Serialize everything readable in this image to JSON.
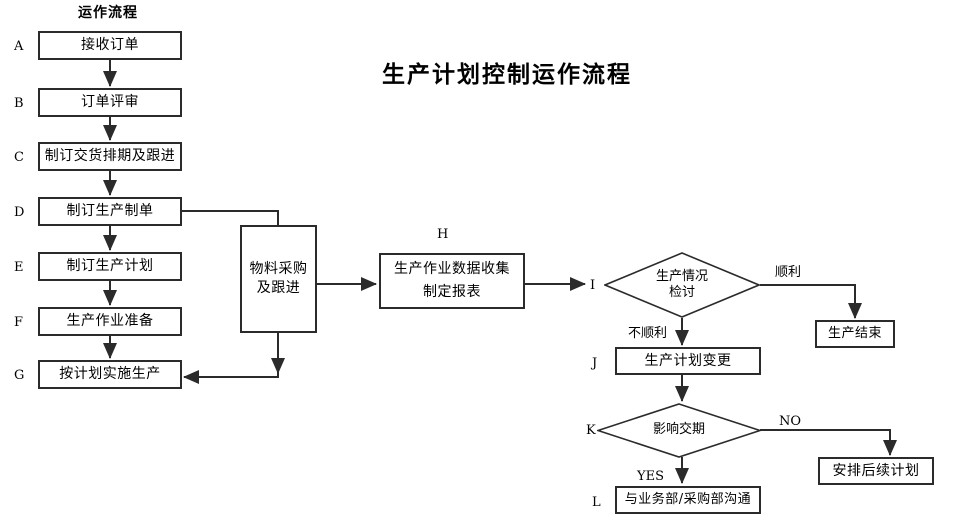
{
  "title": "生产计划控制运作流程",
  "column_header": "运作流程",
  "diagram": {
    "type": "flowchart",
    "process_boxes": [
      {
        "tag": "A",
        "label": "接收订单"
      },
      {
        "tag": "B",
        "label": "订单评审"
      },
      {
        "tag": "C",
        "label": "制订交货排期及跟进"
      },
      {
        "tag": "D",
        "label": "制订生产制单"
      },
      {
        "tag": "E",
        "label": "制订生产计划"
      },
      {
        "tag": "F",
        "label": "生产作业准备"
      },
      {
        "tag": "G",
        "label": "按计划实施生产"
      }
    ],
    "material_box": {
      "line1": "物料采购",
      "line2": "及跟进"
    },
    "h_box": {
      "tag": "H",
      "line1": "生产作业数据收集",
      "line2": "制定报表"
    },
    "decision_i": {
      "tag": "I",
      "line1": "生产情况",
      "line2": "检讨"
    },
    "end_box": {
      "label": "生产结束"
    },
    "j_box": {
      "tag": "J",
      "label": "生产计划变更"
    },
    "decision_k": {
      "tag": "K",
      "label": "影响交期"
    },
    "followup_box": {
      "label": "安排后续计划"
    },
    "l_box": {
      "tag": "L",
      "label": "与业务部/采购部沟通"
    },
    "edge_labels": {
      "smooth": "顺利",
      "not_smooth": "不顺利",
      "no": "NO",
      "yes": "YES"
    }
  },
  "colors": {
    "stroke": "#2b2b2b",
    "background": "#ffffff",
    "text": "#000000"
  }
}
